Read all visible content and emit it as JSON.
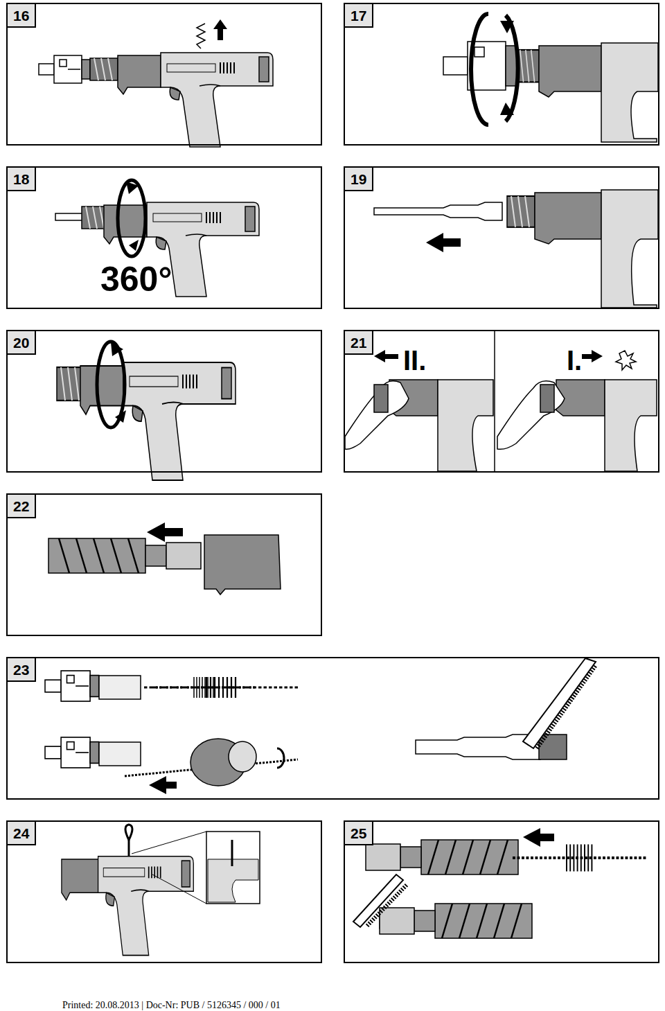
{
  "diagram": {
    "nodes": [
      {
        "text": [
          "16"
        ]
      },
      {
        "text": [
          "17"
        ]
      },
      {
        "text": [
          "18"
        ]
      },
      {
        "text": [
          "19"
        ]
      },
      {
        "text": [
          "20"
        ]
      },
      {
        "text": [
          "21"
        ]
      },
      {
        "text": [
          "22"
        ]
      },
      {
        "text": [
          "23"
        ]
      },
      {
        "text": [
          "24"
        ]
      },
      {
        "text": [
          "25"
        ]
      }
    ],
    "labels": [
      "360°",
      "II.",
      "I.",
      "Printed: 20.08.2013 | Doc-Nr: PUB / 5126345 / 000 / 01"
    ]
  }
}
